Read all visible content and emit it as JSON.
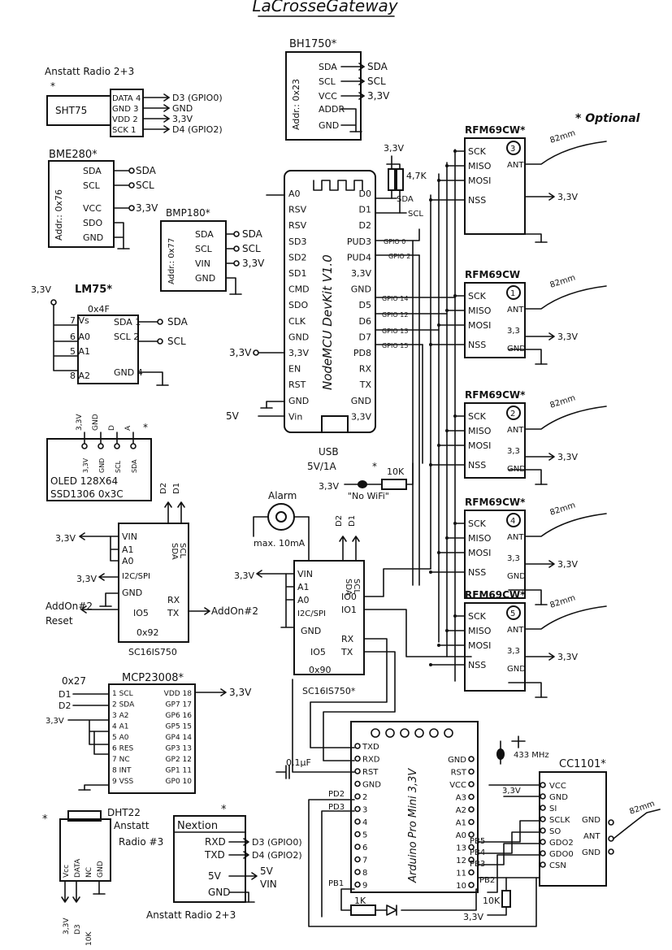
{
  "title": "LaCrosseGateway",
  "note_optional": "* Optional",
  "nodemcu": {
    "name": "NodeMCU DevKit V1.0",
    "left_pins": [
      "A0",
      "RSV",
      "RSV",
      "SD3",
      "SD2",
      "SD1",
      "CMD",
      "SDO",
      "CLK",
      "GND",
      "3,3V",
      "EN",
      "RST",
      "GND",
      "Vin"
    ],
    "right_pins": [
      "D0",
      "D1",
      "D2",
      "PUD3",
      "PUD4",
      "3,3V",
      "GND",
      "D5",
      "D6",
      "D7",
      "PD8",
      "RX",
      "TX",
      "GND",
      "3,3V"
    ],
    "usb": "USB",
    "usb_power": "5V/1A"
  },
  "gpio_labels": [
    "GPIO 0",
    "GPIO 2",
    "GPIO 14",
    "GPIO 12",
    "GPIO 13",
    "GPIO 15"
  ],
  "pullup": {
    "voltage": "3,3V",
    "resistor": "4,7K",
    "sda": "SDA",
    "scl": "SCL"
  },
  "supply_labels": {
    "v33": "3,3V",
    "v5": "5V"
  },
  "sht75": {
    "header": "Anstatt Radio 2+3",
    "name": "SHT75",
    "pins": [
      "DATA 4",
      "GND 3",
      "VDD 2",
      "SCK 1"
    ],
    "targets": [
      "D3 (GPIO0)",
      "GND",
      "3,3V",
      "D4 (GPIO2)"
    ]
  },
  "bh1750": {
    "name": "BH1750*",
    "addr": "Addr.: 0x23",
    "pins": [
      "SDA",
      "SCL",
      "VCC",
      "ADDR",
      "GND"
    ],
    "targets": [
      "SDA",
      "SCL",
      "3,3V"
    ]
  },
  "bme280": {
    "name": "BME280*",
    "addr": "Addr.: 0x76",
    "pins": [
      "SDA",
      "SCL",
      "VCC",
      "SDO",
      "GND"
    ],
    "targets": [
      "SDA",
      "SCL",
      "3,3V"
    ]
  },
  "bmp180": {
    "name": "BMP180*",
    "addr": "Addr.: 0x77",
    "pins": [
      "SDA",
      "SCL",
      "VIN",
      "GND"
    ],
    "targets": [
      "SDA",
      "SCL",
      "3,3V"
    ]
  },
  "lm75": {
    "name": "LM75*",
    "addr": "0x4F",
    "supply": "3,3V",
    "left_pins": [
      "7 Vs",
      "6 A0",
      "5 A1",
      "8 A2"
    ],
    "right_pins": [
      "SDA 1",
      "SCL 2",
      "GND 4"
    ],
    "targets": [
      "SDA",
      "SCL"
    ]
  },
  "oled": {
    "line1": "OLED 128X64",
    "line2": "SSD1306 0x3C",
    "pins": [
      "3,3V",
      "GND",
      "SCL",
      "SDA"
    ],
    "tops": [
      "3,3V",
      "GND",
      "D",
      "A"
    ]
  },
  "sc16_a": {
    "name": "SC16IS750",
    "addr": "0x92",
    "supply": "3,3V",
    "pins": [
      "VIN",
      "A1",
      "A0",
      "I2C/SPI",
      "GND",
      "IO5"
    ],
    "right": [
      "SDA",
      "SCL",
      "RX",
      "TX"
    ],
    "top": [
      "D2",
      "D1"
    ],
    "addon_reset": "AddOn#2",
    "reset": "Reset",
    "addon": "AddOn#2"
  },
  "alarm": {
    "label": "Alarm",
    "note": "max. 10mA"
  },
  "sc16_b": {
    "name": "SC16IS750*",
    "addr": "0x90",
    "supply": "3,3V",
    "pins": [
      "VIN",
      "A1",
      "A0",
      "I2C/SPI",
      "GND",
      "IO5"
    ],
    "right": [
      "SDA",
      "SCL",
      "IO0",
      "IO1",
      "RX",
      "TX"
    ],
    "top": [
      "D2",
      "D1"
    ]
  },
  "led": {
    "label": "\"No WiFi\"",
    "resistor": "10K",
    "supply": "3,3V"
  },
  "rfm": [
    {
      "name": "RFM69CW",
      "num": "3",
      "star": true,
      "pins": [
        "SCK",
        "MISO",
        "MOSI",
        "NSS"
      ],
      "right": [
        "ANT"
      ],
      "antenna": "82mm",
      "supply": "3,3V"
    },
    {
      "name": "RFM69CW",
      "num": "1",
      "star": false,
      "pins": [
        "SCK",
        "MISO",
        "MOSI",
        "NSS"
      ],
      "right": [
        "ANT",
        "3,3",
        "GND"
      ],
      "antenna": "82mm",
      "supply": "3,3V"
    },
    {
      "name": "RFM69CW",
      "num": "2",
      "star": true,
      "pins": [
        "SCK",
        "MISO",
        "MOSI",
        "NSS"
      ],
      "right": [
        "ANT",
        "3,3",
        "GND"
      ],
      "antenna": "82mm",
      "supply": "3,3V"
    },
    {
      "name": "RFM69CW",
      "num": "4",
      "star": true,
      "pins": [
        "SCK",
        "MISO",
        "MOSI",
        "NSS"
      ],
      "right": [
        "ANT",
        "3,3",
        "GND"
      ],
      "antenna": "82mm",
      "supply": "3,3V"
    },
    {
      "name": "RFM69CW",
      "num": "5",
      "star": true,
      "pins": [
        "SCK",
        "MISO",
        "MOSI",
        "NSS"
      ],
      "right": [
        "ANT",
        "3,3",
        "GND"
      ],
      "antenna": "82mm",
      "supply": "3,3V"
    }
  ],
  "mcp23008": {
    "name": "MCP23008*",
    "addr": "0x27",
    "left": [
      "1 SCL",
      "2 SDA",
      "3 A2",
      "4 A1",
      "5 A0",
      "6 RES",
      "7 NC",
      "8 INT",
      "9 VSS"
    ],
    "right": [
      "VDD 18",
      "GP7 17",
      "GP6 16",
      "GP5 15",
      "GP4 14",
      "GP3 13",
      "GP2 12",
      "GP1 11",
      "GP0 10"
    ],
    "ext": [
      "D1",
      "D2",
      "3,3V"
    ],
    "supply": "3,3V"
  },
  "dht22": {
    "name": "DHT22",
    "sub1": "Anstatt",
    "sub2": "Radio #3",
    "pins": [
      "Vcc",
      "DATA",
      "NC",
      "GND"
    ],
    "bottom": [
      "3,3V",
      "D3"
    ],
    "res": "10K"
  },
  "nextion": {
    "name": "Nextion",
    "pins": [
      "RXD",
      "TXD",
      "5V",
      "GND"
    ],
    "targets": [
      "D3 (GPIO0)",
      "D4 (GPIO2)",
      "5V",
      "VIN"
    ],
    "footer": "Anstatt Radio 2+3"
  },
  "pro_mini": {
    "name": "Arduino Pro Mini 3,3V",
    "left": [
      "TXD",
      "RXD",
      "RST",
      "GND",
      "2",
      "3",
      "4",
      "5",
      "6",
      "7",
      "8",
      "9"
    ],
    "right": [
      "GND",
      "RST",
      "VCC",
      "A3",
      "A2",
      "A1",
      "A0",
      "13",
      "12",
      "11",
      "10"
    ],
    "side": [
      "PD2",
      "PD3",
      "PB1",
      "PB5",
      "PB4",
      "PB3",
      "PB2"
    ],
    "cap": "0,1µF",
    "res_bottom": "1K",
    "res_right": "10K",
    "supply": "3,3V"
  },
  "cc1101": {
    "name": "CC1101*",
    "crystal": "433 MHz",
    "supply": "3,3V",
    "left": [
      "VCC",
      "GND",
      "SI",
      "SCLK",
      "SO",
      "GDO2",
      "GDO0",
      "CSN"
    ],
    "right": [
      "GND",
      "ANT",
      "GND"
    ],
    "antenna": "82mm"
  }
}
